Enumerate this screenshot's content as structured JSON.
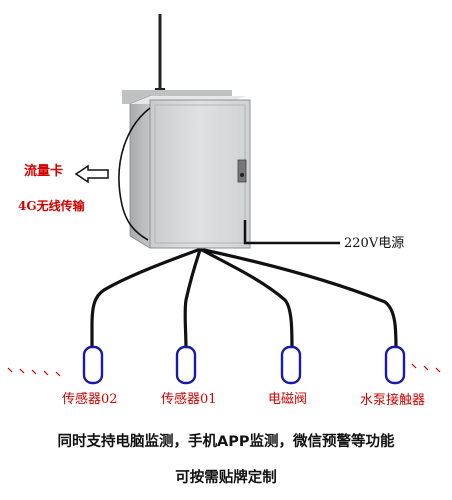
{
  "left_labels": {
    "sim_card": "流量卡",
    "wireless": "4G无线传输"
  },
  "power_label": "220V电源",
  "sensors": [
    {
      "label": "传感器02"
    },
    {
      "label": "传感器01"
    },
    {
      "label": "电磁阀"
    },
    {
      "label": "水泵接触器"
    }
  ],
  "caption_line1": "同时支持电脑监测，手机APP监测，微信预警等功能",
  "caption_line2": "可按需贴牌定制",
  "colors": {
    "label_red": "#d40000",
    "sensor_blue": "#1a1aa8",
    "cabinet": "#d8dadb",
    "wire": "#111111"
  },
  "icons": {
    "arrow": "left-arrow-icon",
    "antenna": "antenna-icon",
    "lock": "key-lock-icon"
  }
}
